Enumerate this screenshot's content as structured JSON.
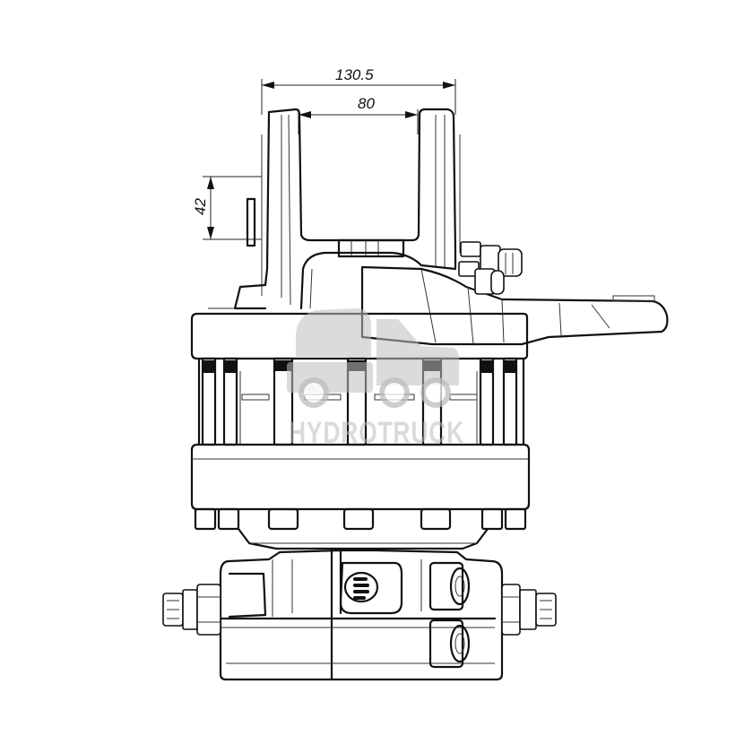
{
  "dimensions": {
    "overall_width": "130.5",
    "inner_width": "80",
    "pin_offset": "42"
  },
  "watermark": {
    "brand": "HYDROTRUCK",
    "logo_icon": "truck-icon"
  }
}
